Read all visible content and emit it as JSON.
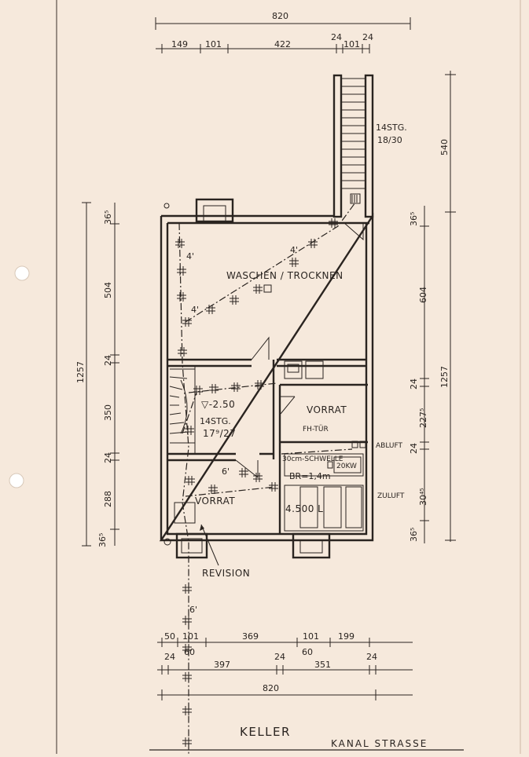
{
  "plan": {
    "title": "KELLER",
    "street": "KANAL STRASSE",
    "revision_label": "REVISION",
    "rooms": {
      "waschen": "WASCHEN / TROCKNEN",
      "vorrat_right": "VORRAT",
      "vorrat_left": "VORRAT",
      "tank": "4.500 L",
      "fh_tuer": "FH-TÜR",
      "schwelle": "30cm-SCHWELLE",
      "br": "BR=1,4m",
      "kw": "20KW",
      "abluft": "ABLUFT",
      "zuluft": "ZULUFT"
    },
    "stairs": {
      "upper_count": "14STG.",
      "upper_ratio": "18/30",
      "inner_count": "14STG.",
      "inner_ratio": "17⁹/27",
      "level": "▽-2.50"
    },
    "pipe_slopes": [
      "4'",
      "4'",
      "6'",
      "6'"
    ],
    "dims_top": {
      "overall": "820",
      "segments": [
        "149",
        "101",
        "422",
        "24",
        "101",
        "24"
      ]
    },
    "dims_left": {
      "overall": "1257",
      "segments": [
        "36⁵",
        "504",
        "24",
        "350",
        "24",
        "288",
        "36⁵"
      ]
    },
    "dims_right": {
      "overall": "1257",
      "upper": "540",
      "segments": [
        "36⁵",
        "604",
        "24",
        "227⁵",
        "24",
        "30⁴⁵",
        "36⁵"
      ]
    },
    "dims_bottom": {
      "row1": [
        "50",
        "101",
        "369",
        "101",
        "199"
      ],
      "row2": [
        "24",
        "60",
        "24",
        "60",
        "24"
      ],
      "row3": [
        "397",
        "351"
      ],
      "overall": "820"
    }
  }
}
